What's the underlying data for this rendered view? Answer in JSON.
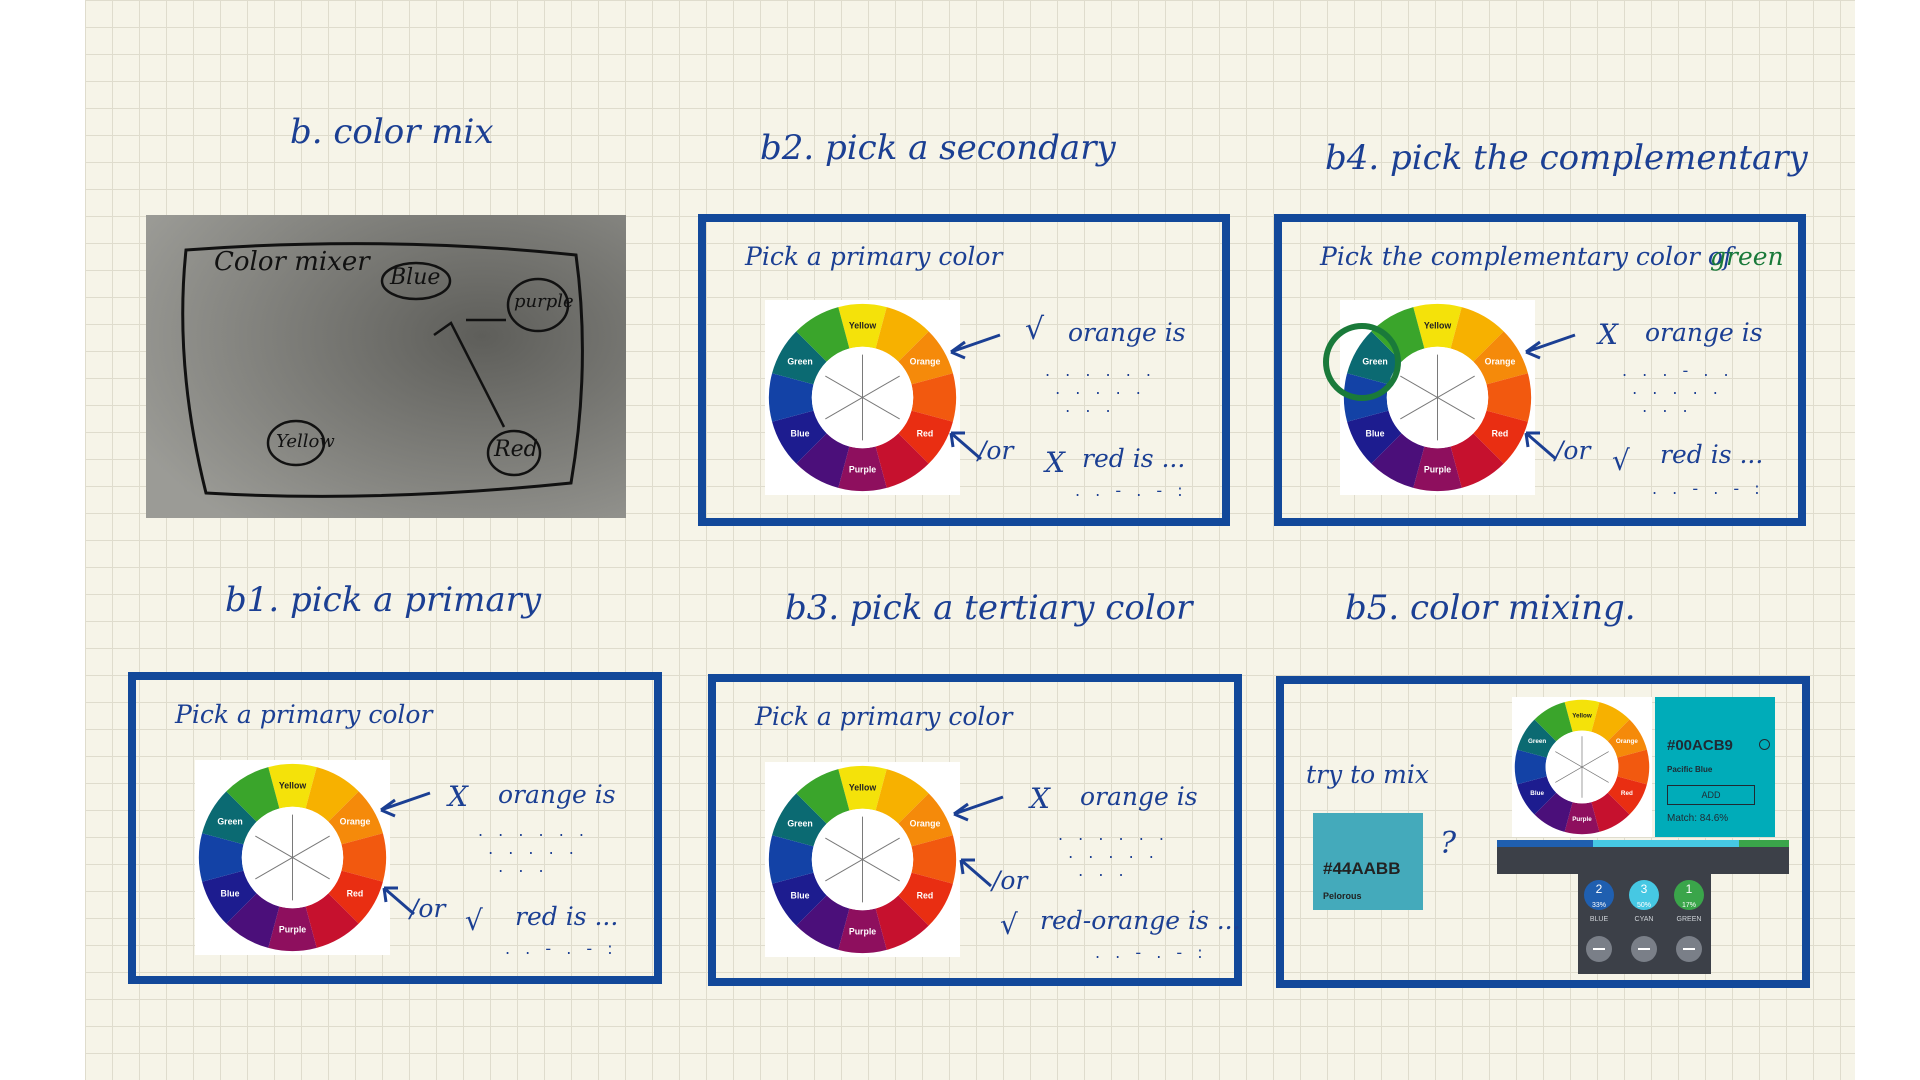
{
  "titles": {
    "b": "b. color mix",
    "b1": "b1. pick a primary",
    "b2": "b2. pick a secondary",
    "b3": "b3. pick a tertiary color",
    "b4": "b4. pick the complementary",
    "b5": "b5. color mixing."
  },
  "photo": {
    "title": "Color mixer",
    "blue": "Blue",
    "purple": "purple",
    "yellow": "Yellow",
    "red": "Red"
  },
  "wheel_labels": {
    "yellow": "Yellow",
    "orange": "Orange",
    "red": "Red",
    "purple": "Purple",
    "blue": "Blue",
    "green": "Green"
  },
  "colors": {
    "ink": "#1b3f93",
    "frame": "#12489a",
    "highlight_green": "#1a7a3a"
  },
  "panels": {
    "b1": {
      "prompt": "Pick a primary color",
      "option1_mark": "X",
      "option1": "orange is",
      "or": "/or",
      "option2_mark": "√",
      "option2": "red is ..."
    },
    "b2": {
      "prompt": "Pick a primary color",
      "option1_mark": "√",
      "option1": "orange is",
      "or": "/or",
      "option2_mark": "X",
      "option2": "red is ..."
    },
    "b3": {
      "prompt": "Pick a primary color",
      "option1_mark": "X",
      "option1": "orange is",
      "or": "/or",
      "option2_mark": "√",
      "option2": "red-orange is ..."
    },
    "b4": {
      "prompt": "Pick the complementary color of",
      "prompt_highlight": "green",
      "option1_mark": "X",
      "option1": "orange is",
      "or": "/or",
      "option2_mark": "√",
      "option2": "red is ..."
    },
    "b5": {
      "prompt": "try to mix",
      "question": "?",
      "swatch_hex": "#44AABB",
      "swatch_name": "Pelorous",
      "result_hex": "#00ACB9",
      "result_name": "Pacific Blue",
      "add_label": "ADD",
      "match": "Match: 84.6%",
      "chips": [
        {
          "count": "2",
          "pct": "33%",
          "label": "BLUE",
          "color": "#1f5fb0"
        },
        {
          "count": "3",
          "pct": "50%",
          "label": "CYAN",
          "color": "#46c8e3"
        },
        {
          "count": "1",
          "pct": "17%",
          "label": "GREEN",
          "color": "#3aa54a"
        }
      ]
    }
  }
}
